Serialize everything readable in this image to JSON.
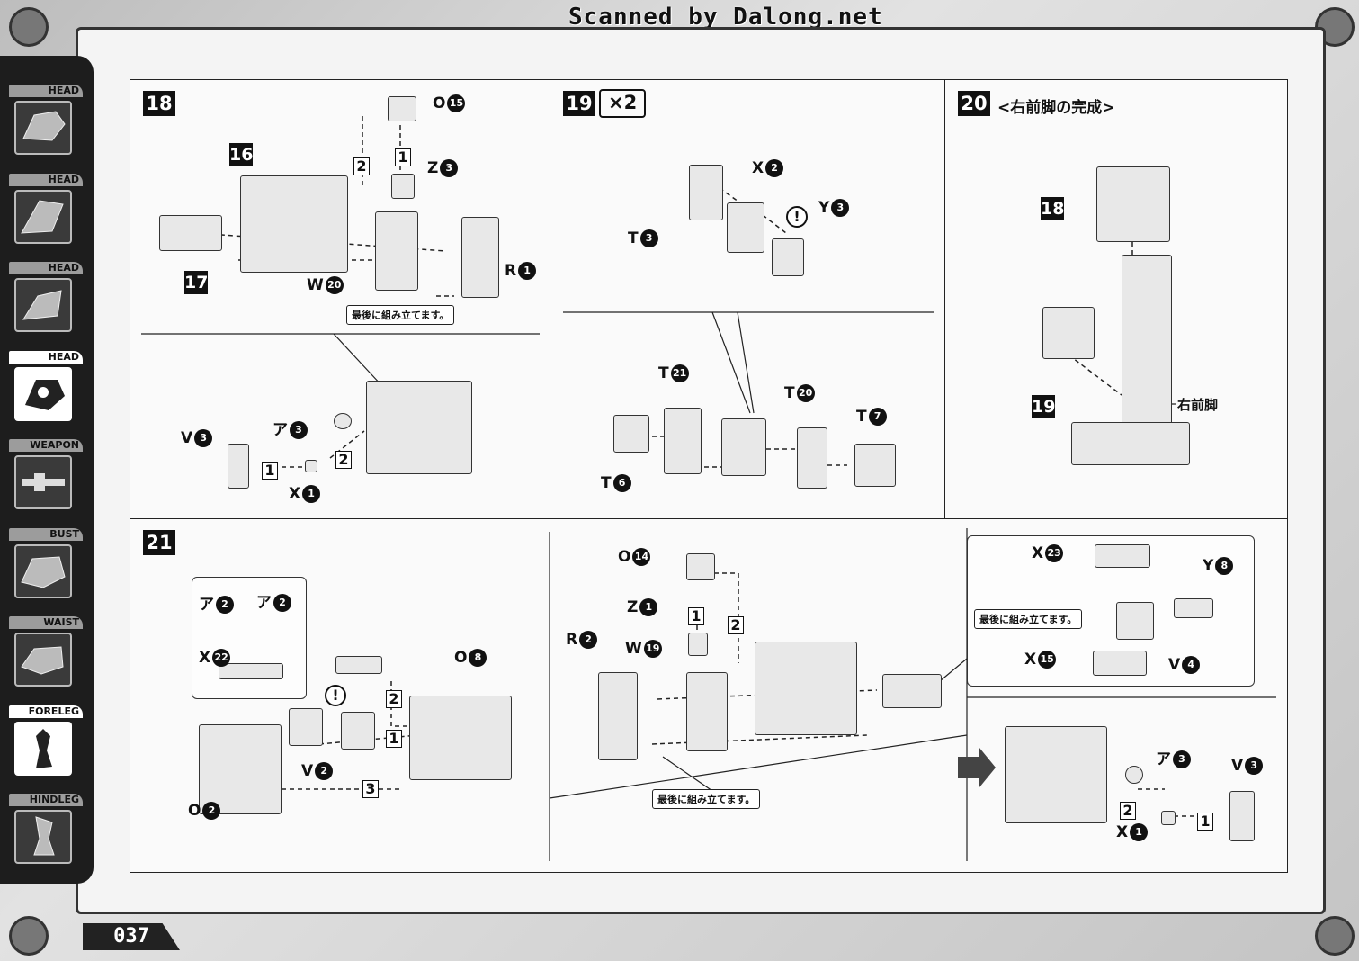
{
  "watermark": "Scanned by Dalong.net",
  "page_number": "037",
  "sidebar": {
    "tabs": [
      {
        "label": "HEAD",
        "icon": "head-1-icon"
      },
      {
        "label": "HEAD",
        "icon": "head-2-icon"
      },
      {
        "label": "HEAD",
        "icon": "head-3-icon"
      },
      {
        "label": "HEAD",
        "icon": "head-4-icon"
      },
      {
        "label": "WEAPON",
        "icon": "weapon-icon"
      },
      {
        "label": "BUST",
        "icon": "bust-icon"
      },
      {
        "label": "WAIST",
        "icon": "waist-icon"
      },
      {
        "label": "FORELEG",
        "icon": "foreleg-icon",
        "active": true
      },
      {
        "label": "HINDLEG",
        "icon": "hindleg-icon"
      }
    ]
  },
  "steps": {
    "s18": {
      "number": "18",
      "part_16": "16",
      "part_17": "17",
      "labels": {
        "o15": "O",
        "z3": "Z",
        "r1": "R",
        "w20": "W",
        "a3": "ア",
        "v3": "V",
        "x1": "X"
      },
      "nums": {
        "o15": "15",
        "z3": "3",
        "r1": "1",
        "w20": "20",
        "a3": "3",
        "v3": "3",
        "x1": "1"
      },
      "substeps": {
        "one": "1",
        "two": "2"
      },
      "note": "最後に組み立てます。"
    },
    "s19": {
      "number": "19",
      "multiplier": "×2",
      "warn": "!",
      "labels": {
        "x2": "X",
        "y3": "Y",
        "t3": "T",
        "t21": "T",
        "t20": "T",
        "t7": "T",
        "t6": "T"
      },
      "nums": {
        "x2": "2",
        "y3": "3",
        "t3": "3",
        "t21": "21",
        "t20": "20",
        "t7": "7",
        "t6": "6"
      }
    },
    "s20": {
      "number": "20",
      "title": "<右前脚の完成>",
      "part_18": "18",
      "part_19": "19",
      "leg_label": "右前脚"
    },
    "s21": {
      "number": "21",
      "warn": "!",
      "labels": {
        "a2a": "ア",
        "a2b": "ア",
        "x22": "X",
        "o8": "O",
        "v2": "V",
        "o2": "O",
        "o14": "O",
        "z1": "Z",
        "r2": "R",
        "w19": "W",
        "x23": "X",
        "y8": "Y",
        "x15": "X",
        "v4": "V",
        "a3": "ア",
        "v3": "V",
        "x1": "X"
      },
      "nums": {
        "a2a": "2",
        "a2b": "2",
        "x22": "22",
        "o8": "8",
        "v2": "2",
        "o2": "2",
        "o14": "14",
        "z1": "1",
        "r2": "2",
        "w19": "19",
        "x23": "23",
        "y8": "8",
        "x15": "15",
        "v4": "4",
        "a3": "3",
        "v3": "3",
        "x1": "1"
      },
      "substeps": {
        "one": "1",
        "two": "2",
        "three": "3"
      },
      "note_main": "最後に組み立てます。",
      "note_inset": "最後に組み立てます。"
    }
  }
}
